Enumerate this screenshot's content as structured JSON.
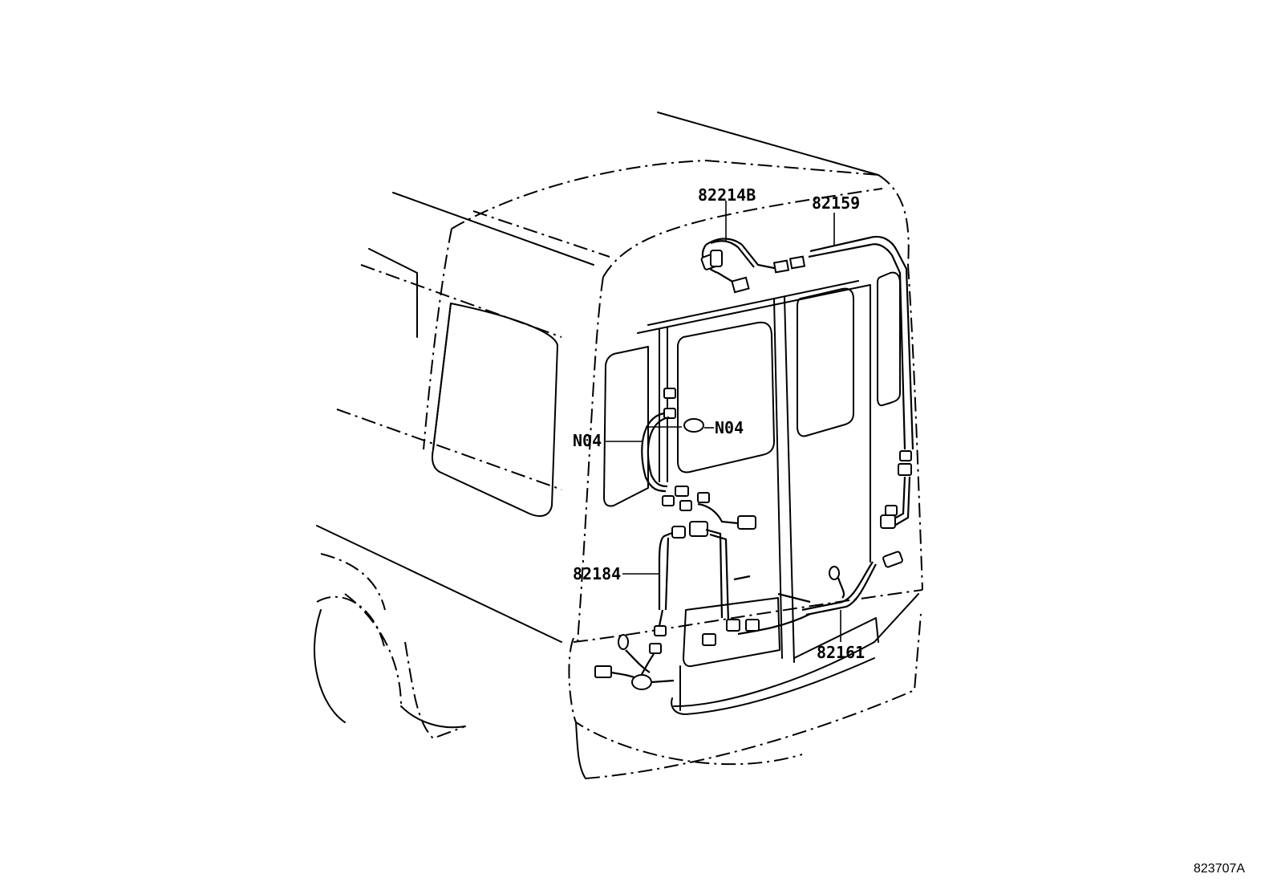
{
  "labels": {
    "p82214b": "82214B",
    "p82159": "82159",
    "n04_left": "N04",
    "n04_right": "N04",
    "p82184": "82184",
    "p82161": "82161"
  },
  "figure_ref": "823707A"
}
